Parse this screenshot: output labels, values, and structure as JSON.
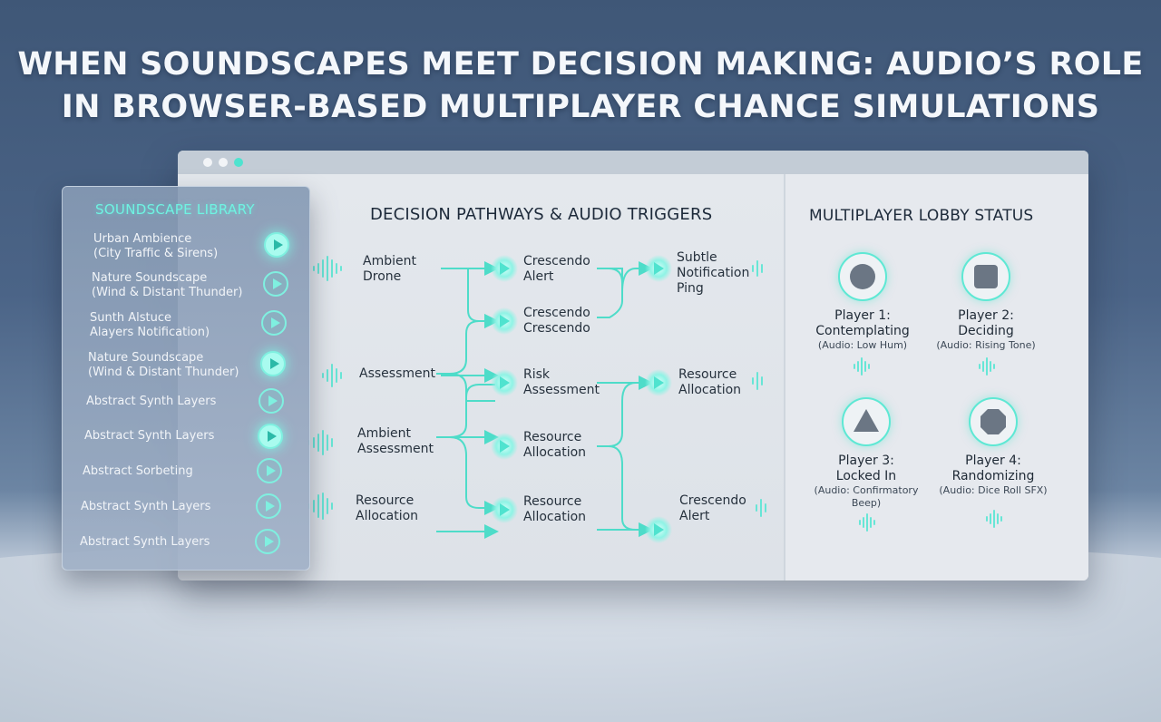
{
  "headline": {
    "line1": "WHEN SOUNDSCAPES MEET DECISION MAKING: AUDIO’S ROLE",
    "line2": "IN BROWSER-BASED MULTIPLAYER CHANCE SIMULATIONS"
  },
  "colors": {
    "accent": "#4fe3cf",
    "background": "#45607f",
    "panel": "#e4e8ed"
  },
  "library": {
    "title": "SOUNDSCAPE LIBRARY",
    "items": [
      {
        "line1": "Urban Ambience",
        "line2": "(City Traffic & Sirens)"
      },
      {
        "line1": "Nature Soundscape",
        "line2": "(Wind & Distant Thunder)"
      },
      {
        "line1": "Sunth Alstuce",
        "line2": "Alayers Notification)"
      },
      {
        "line1": "Nature Soundscape",
        "line2": "(Wind & Distant Thunder)"
      },
      {
        "line1": "Abstract Synth Layers",
        "line2": ""
      },
      {
        "line1": "Abstract Synth Layers",
        "line2": ""
      },
      {
        "line1": "Abstract Sorbeting",
        "line2": ""
      },
      {
        "line1": "Abstract Synth Layers",
        "line2": ""
      },
      {
        "line1": "Abstract Synth Layers",
        "line2": ""
      }
    ]
  },
  "pathways": {
    "title": "DECISION PATHWAYS & AUDIO TRIGGERS",
    "col1": [
      {
        "line1": "Ambient",
        "line2": "Drone"
      },
      {
        "line1": "Assessment",
        "line2": ""
      },
      {
        "line1": "Ambient",
        "line2": "Assessment"
      },
      {
        "line1": "Resource",
        "line2": "Allocation"
      }
    ],
    "col2": [
      {
        "line1": "Crescendo",
        "line2": "Alert"
      },
      {
        "line1": "Crescendo",
        "line2": "Crescendo"
      },
      {
        "line1": "Risk",
        "line2": "Assessment"
      },
      {
        "line1": "Resource",
        "line2": "Allocation"
      },
      {
        "line1": "Resource",
        "line2": "Allocation"
      }
    ],
    "col3": [
      {
        "line1": "Subtle",
        "line2": "Notification",
        "line3": "Ping"
      },
      {
        "line1": "Resource",
        "line2": "Allocation",
        "line3": ""
      },
      {
        "line1": "Crescendo",
        "line2": "Alert",
        "line3": ""
      }
    ]
  },
  "lobby": {
    "title": "MULTIPLAYER LOBBY STATUS",
    "players": [
      {
        "name": "Player 1:",
        "status": "Contemplating",
        "audio1": "(Audio: Low Hum)",
        "audio2": "",
        "icon": "circle-icon"
      },
      {
        "name": "Player 2:",
        "status": "Deciding",
        "audio1": "(Audio: Rising Tone)",
        "audio2": "",
        "icon": "square-icon"
      },
      {
        "name": "Player 3:",
        "status": "Locked In",
        "audio1": "(Audio: Confirmatory",
        "audio2": "Beep)",
        "icon": "triangle-icon"
      },
      {
        "name": "Player 4:",
        "status": "Randomizing",
        "audio1": "(Audio: Dice Roll SFX)",
        "audio2": "",
        "icon": "octagon-icon"
      }
    ]
  }
}
